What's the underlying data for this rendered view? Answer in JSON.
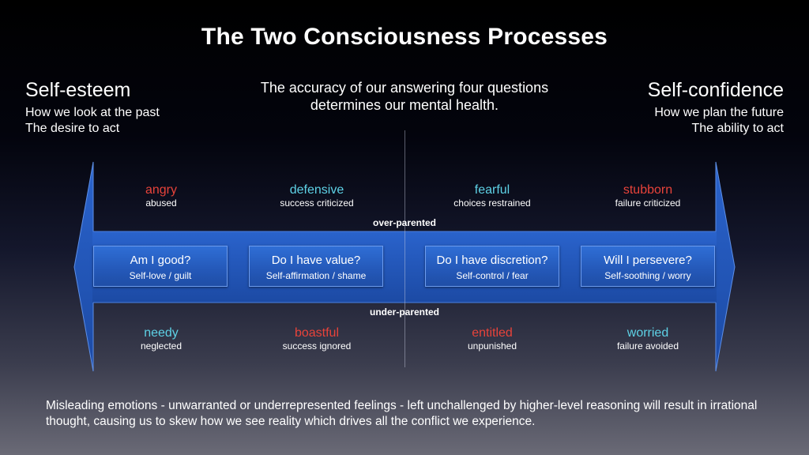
{
  "title": "The Two Consciousness Processes",
  "left": {
    "title": "Self-esteem",
    "line1": "How we look at the past",
    "line2": "The desire to act"
  },
  "right": {
    "title": "Self-confidence",
    "line1": "How we plan the future",
    "line2": "The ability to act"
  },
  "center_note": "The accuracy of our answering four questions determines our mental health.",
  "over_label": "over-parented",
  "under_label": "under-parented",
  "over_parented": [
    {
      "emotion": "angry",
      "cause": "abused",
      "color": "#e8433a"
    },
    {
      "emotion": "defensive",
      "cause": "success criticized",
      "color": "#5ed2e6"
    },
    {
      "emotion": "fearful",
      "cause": "choices restrained",
      "color": "#5ed2e6"
    },
    {
      "emotion": "stubborn",
      "cause": "failure criticized",
      "color": "#e8433a"
    }
  ],
  "questions": [
    {
      "question": "Am I good?",
      "sub": "Self-love / guilt"
    },
    {
      "question": "Do I have value?",
      "sub": "Self-affirmation / shame"
    },
    {
      "question": "Do I have discretion?",
      "sub": "Self-control / fear"
    },
    {
      "question": "Will I persevere?",
      "sub": "Self-soothing / worry"
    }
  ],
  "under_parented": [
    {
      "emotion": "needy",
      "cause": "neglected",
      "color": "#5ed2e6"
    },
    {
      "emotion": "boastful",
      "cause": "success ignored",
      "color": "#e8433a"
    },
    {
      "emotion": "entitled",
      "cause": "unpunished",
      "color": "#e8433a"
    },
    {
      "emotion": "worried",
      "cause": "failure avoided",
      "color": "#5ed2e6"
    }
  ],
  "bottom_note": "Misleading emotions - unwarranted or underrepresented feelings - left unchallenged by higher-level reasoning will result in irrational thought, causing us to skew how we see reality which drives all the conflict we experience.",
  "colors": {
    "arrow_fill": "#2459c0",
    "arrow_edge": "#5d8fe8",
    "red": "#e8433a",
    "cyan": "#5ed2e6"
  }
}
